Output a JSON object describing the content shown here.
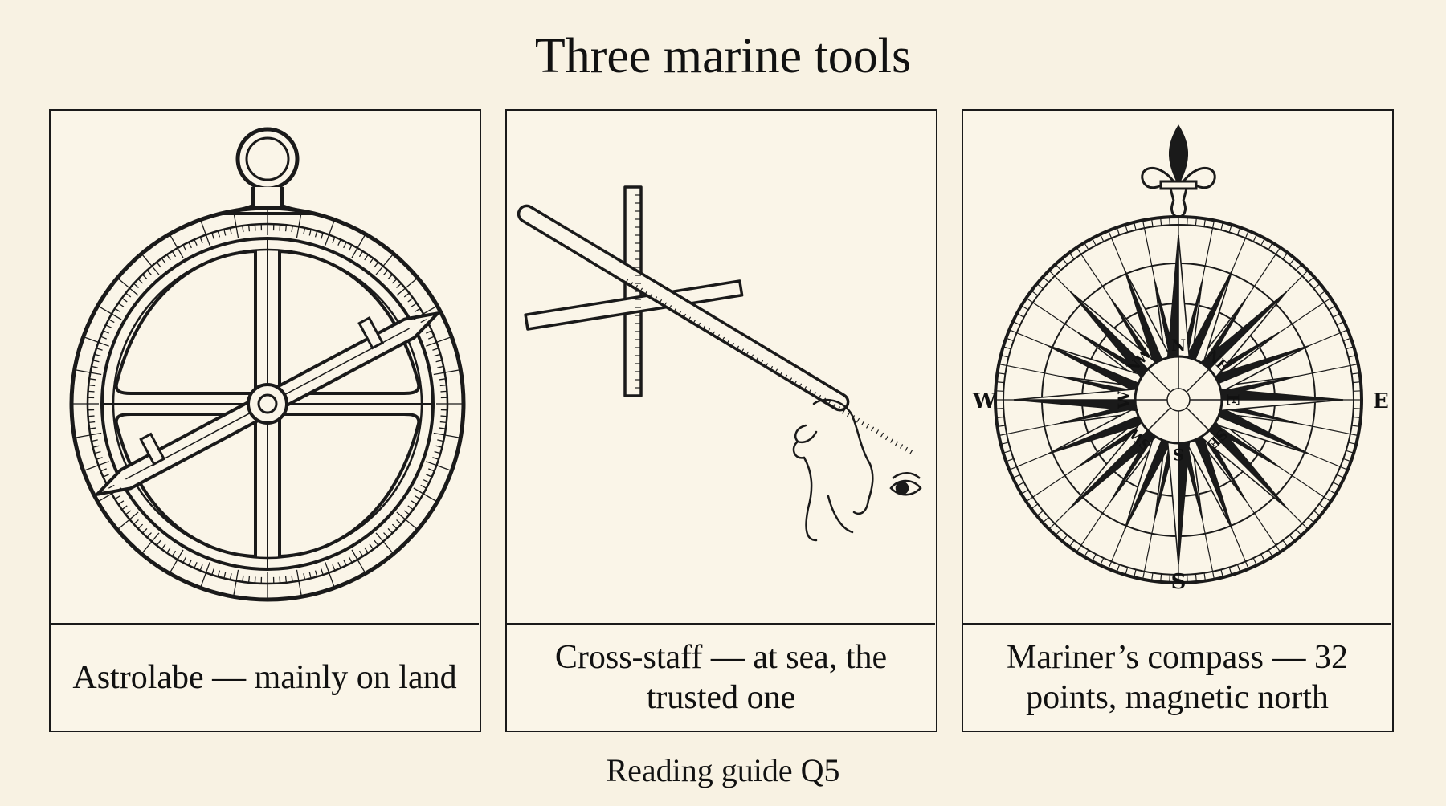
{
  "title": "Three marine tools",
  "footer": "Reading guide Q5",
  "panels": [
    {
      "icon": "astrolabe-icon",
      "caption": "Astrolabe — mainly on land"
    },
    {
      "icon": "cross-staff-icon",
      "caption": "Cross-staff — at sea, the trusted one"
    },
    {
      "icon": "compass-rose-icon",
      "caption": "Mariner’s compass — 32 points, magnetic north",
      "cardinals": {
        "north": "N",
        "south": "S",
        "east": "E",
        "west": "W"
      },
      "inner_labels": [
        "N",
        "NE",
        "E",
        "SE",
        "S",
        "SW",
        "W",
        "NW"
      ]
    }
  ]
}
